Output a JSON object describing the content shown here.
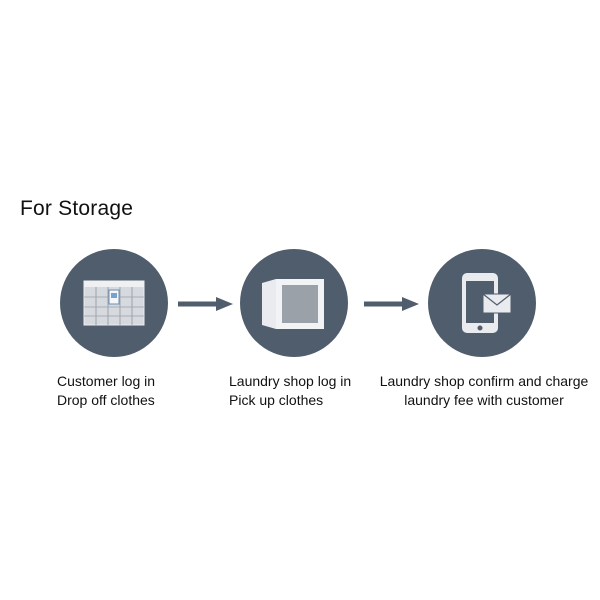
{
  "title": "For Storage",
  "colors": {
    "circle": "#505d6c",
    "arrow": "#505d6c",
    "icon_light": "#e8eaec",
    "text": "#111111"
  },
  "steps": [
    {
      "icon": "locker-icon",
      "lines": [
        "Customer log in",
        "Drop off clothes"
      ]
    },
    {
      "icon": "locker-door-open-icon",
      "lines": [
        "Laundry shop log in",
        "Pick up clothes"
      ]
    },
    {
      "icon": "phone-message-icon",
      "lines": [
        "Laundry shop confirm and charge",
        "laundry fee with customer"
      ]
    }
  ]
}
